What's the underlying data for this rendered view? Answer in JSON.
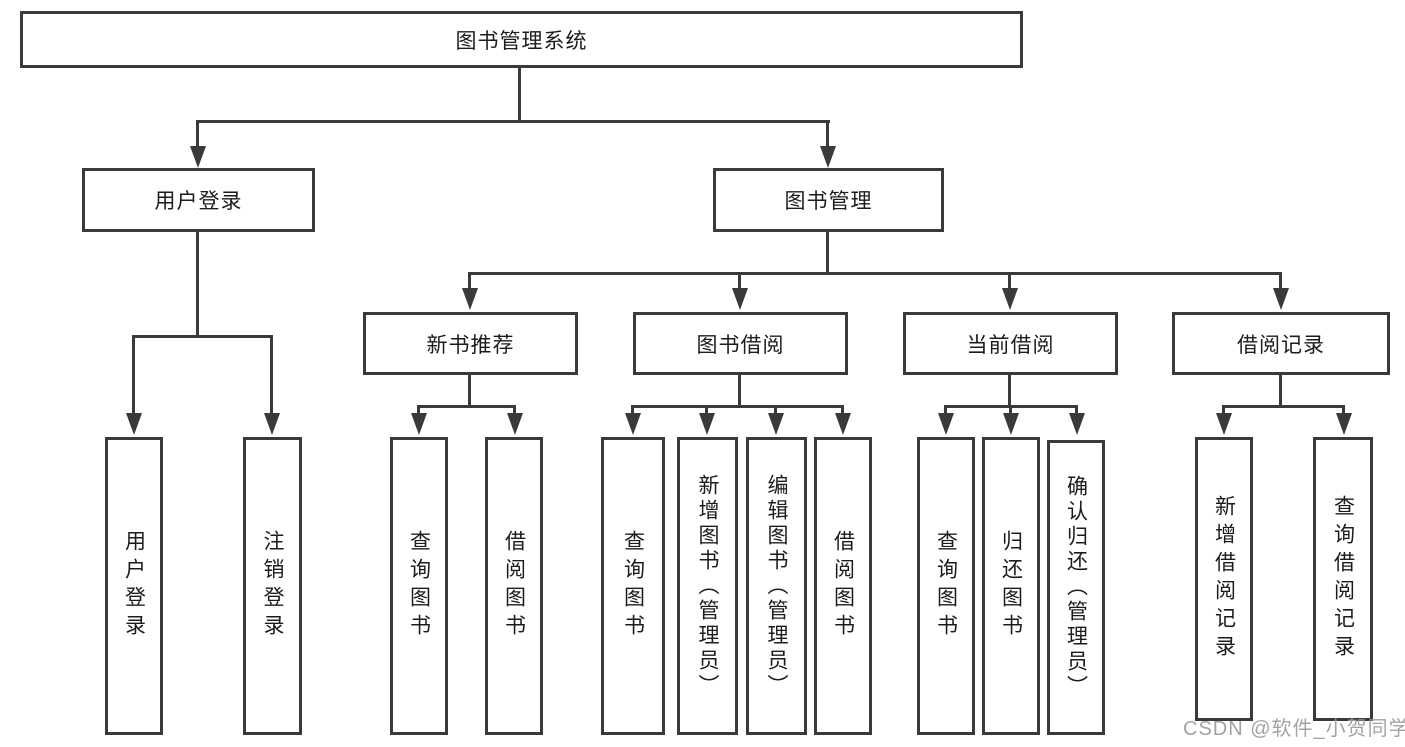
{
  "diagram": {
    "title_node": "图书管理系统",
    "level2": {
      "user_login": "用户登录",
      "book_mgmt": "图书管理"
    },
    "level3": {
      "new_book_rec": "新书推荐",
      "book_borrow": "图书借阅",
      "current_borrow": "当前借阅",
      "borrow_records": "借阅记录"
    },
    "leaves": {
      "user_login": [
        "用户登录",
        "注销登录"
      ],
      "new_book_rec": [
        "查询图书",
        "借阅图书"
      ],
      "book_borrow": [
        "查询图书",
        "新增图书（管理员）",
        "编辑图书（管理员）",
        "借阅图书"
      ],
      "current_borrow": [
        "查询图书",
        "归还图书",
        "确认归还（管理员）"
      ],
      "borrow_records": [
        "新增借阅记录",
        "查询借阅记录"
      ]
    },
    "colors": {
      "line": "#3a3a3a",
      "text": "#1c1c1c",
      "watermark": "#9e9e9e"
    }
  },
  "watermark": {
    "text": "CSDN @软件_小贺同学"
  }
}
